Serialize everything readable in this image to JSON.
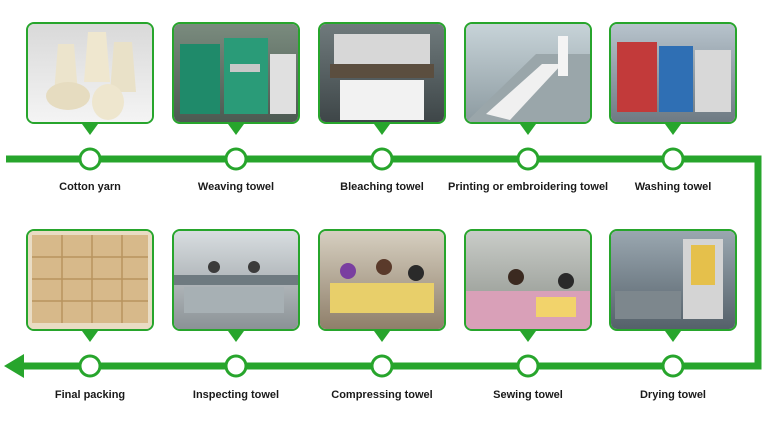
{
  "colors": {
    "line": "#27a52c",
    "node_fill": "#ffffff",
    "text": "#1a1a1a"
  },
  "steps": [
    {
      "label": "Cotton yarn",
      "icon": "cotton-yarn-photo"
    },
    {
      "label": "Weaving towel",
      "icon": "weaving-machine-photo"
    },
    {
      "label": "Bleaching towel",
      "icon": "bleaching-machine-photo"
    },
    {
      "label": "Printing or embroidering  towel",
      "icon": "printing-line-photo"
    },
    {
      "label": "Washing towel",
      "icon": "washing-machine-photo"
    },
    {
      "label": "Drying towel",
      "icon": "drying-machine-photo"
    },
    {
      "label": "Sewing towel",
      "icon": "sewing-workshop-photo"
    },
    {
      "label": "Compressing  towel",
      "icon": "compressing-workshop-photo"
    },
    {
      "label": "Inspecting towel",
      "icon": "inspecting-workshop-photo"
    },
    {
      "label": "Final packing",
      "icon": "packing-boxes-photo"
    }
  ]
}
